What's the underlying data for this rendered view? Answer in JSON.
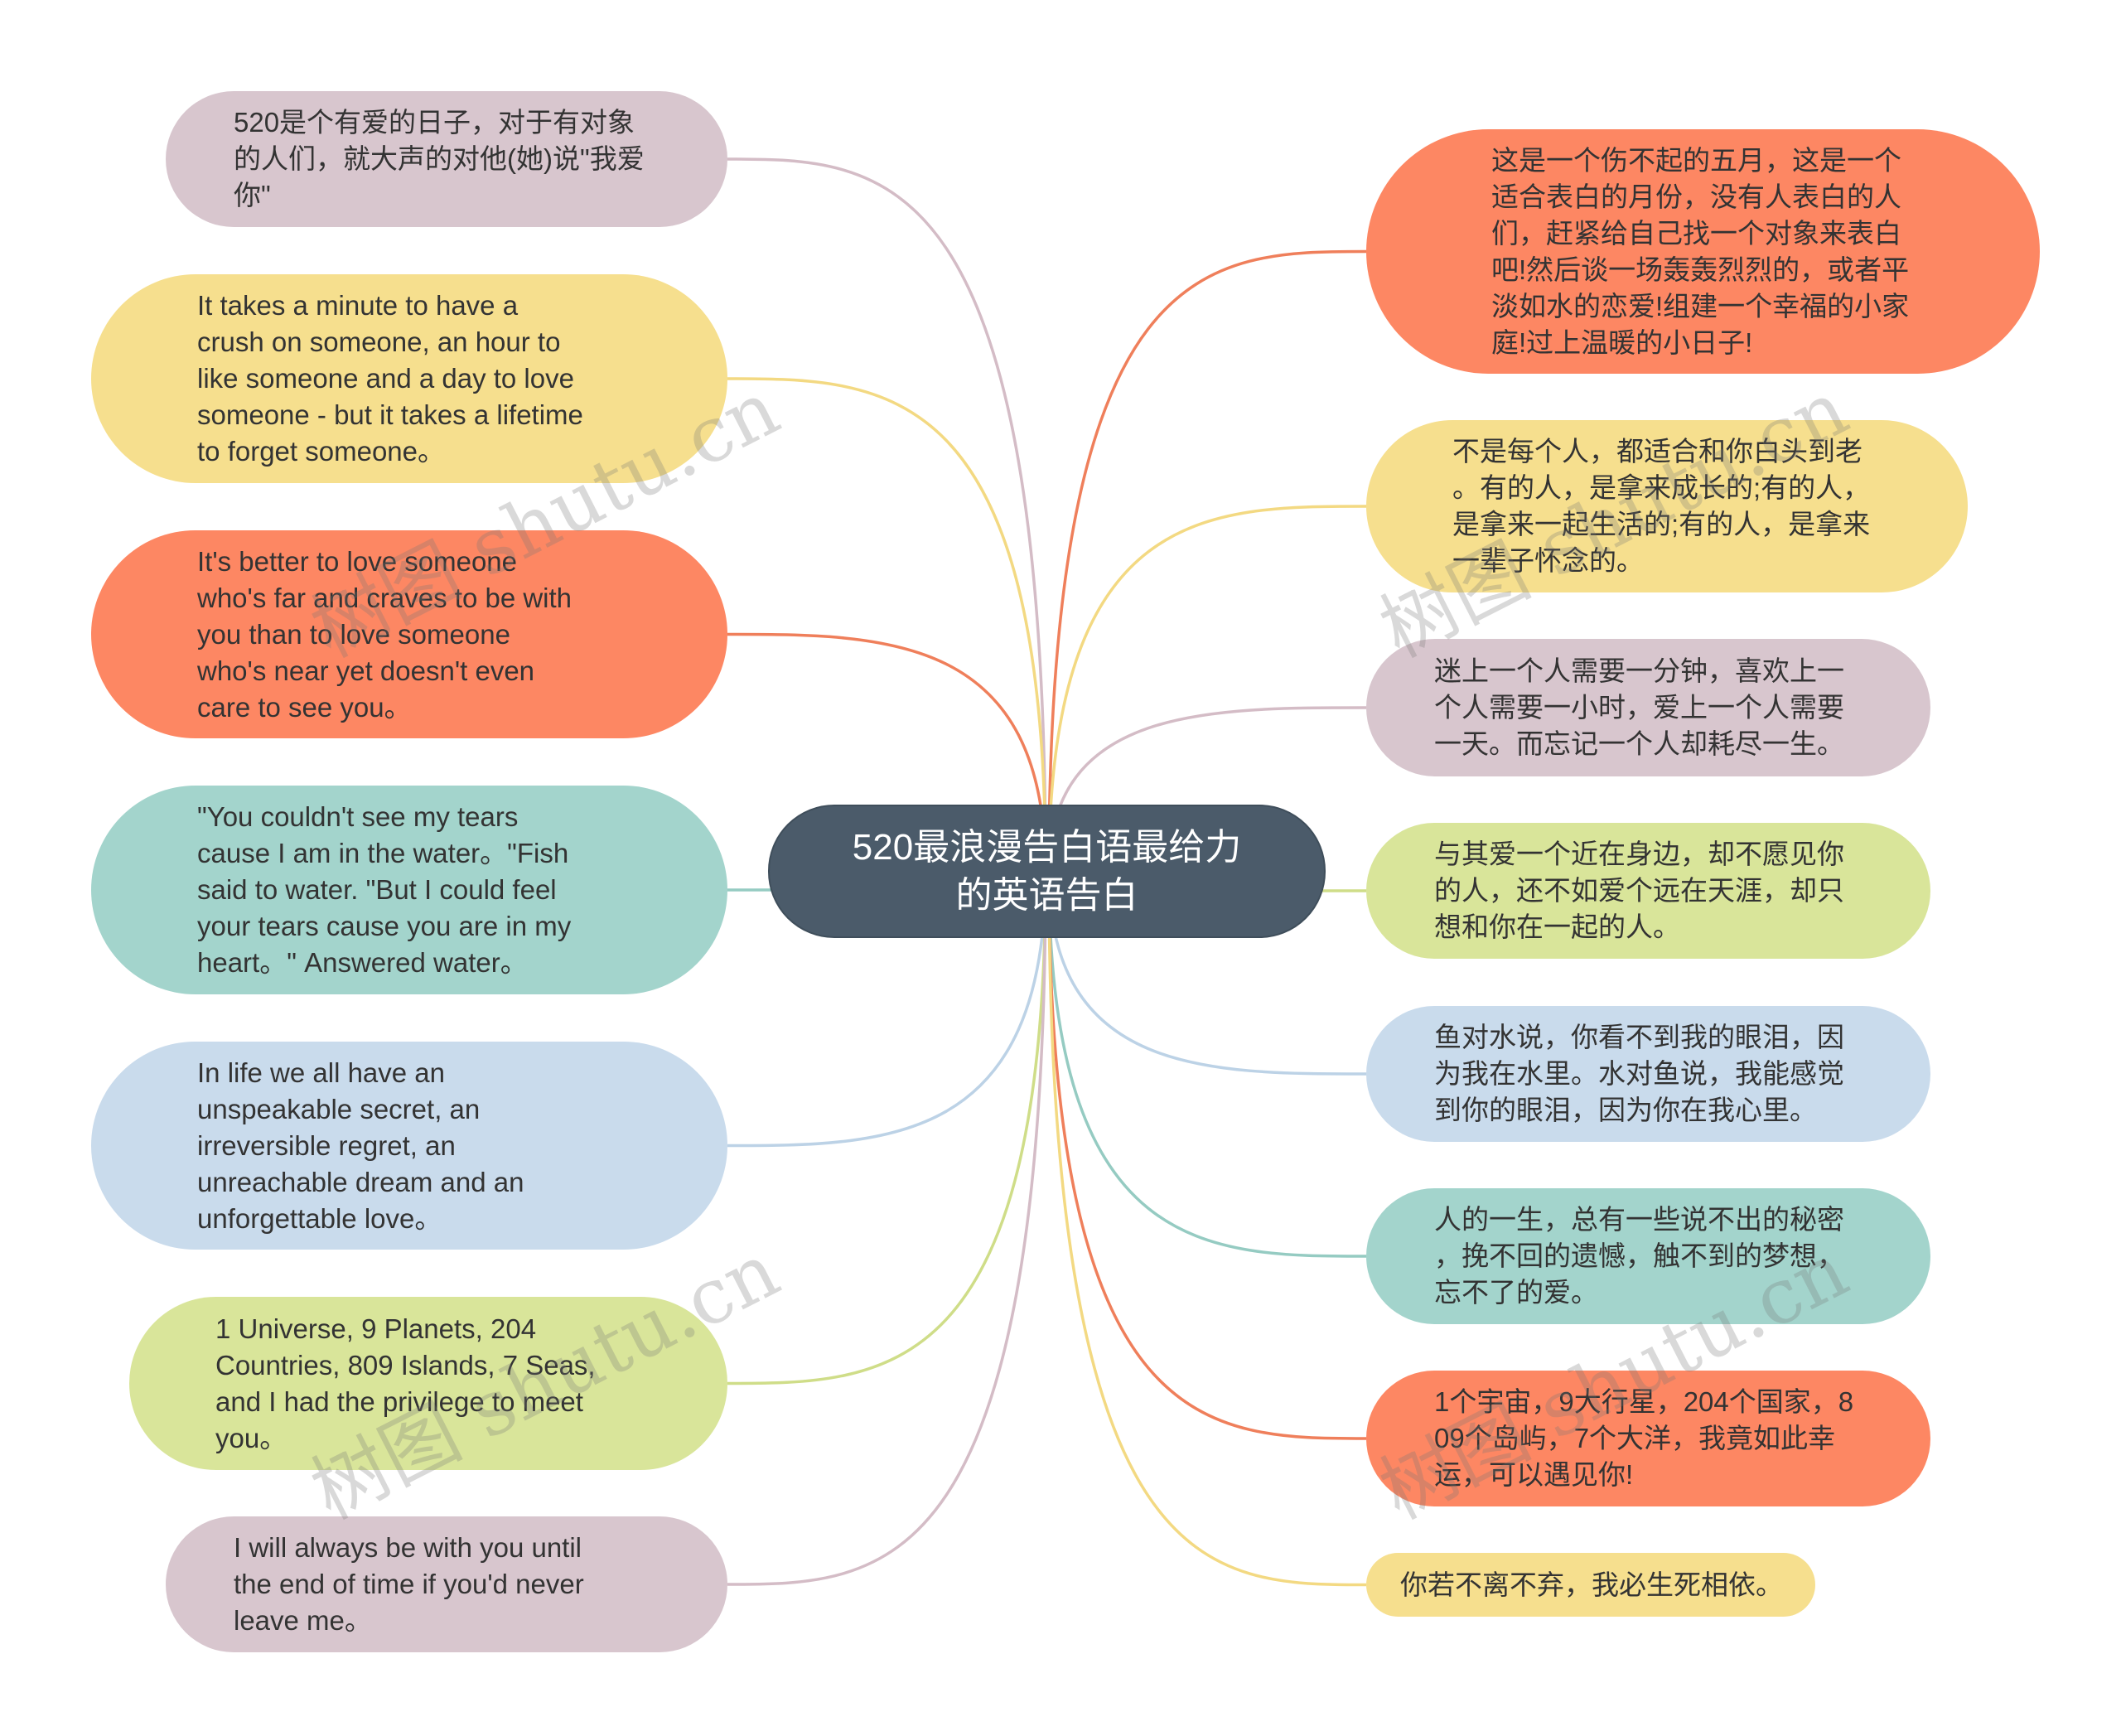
{
  "center": {
    "title": "520最浪漫告白语最给力\n的英语告白",
    "color": "#4b5b6a"
  },
  "colors": {
    "pink": "#d8c6ce",
    "yellow": "#f6df8e",
    "orange": "#fd8763",
    "teal": "#a3d4cc",
    "blue": "#c9dbec",
    "green": "#d9e59a"
  },
  "left_nodes": [
    {
      "text": "520是个有爱的日子，对于有对象\n的人们，就大声的对他(她)说\"我爱\n你\"",
      "color": "pink"
    },
    {
      "text": "It takes a minute to have a\ncrush on someone, an hour to\nlike someone and a day to love\nsomeone - but it takes a lifetime\n to forget someone。",
      "color": "yellow"
    },
    {
      "text": "It's better to love someone\nwho's far and craves to be with\nyou than to love someone\nwho's near yet doesn't even\ncare to see you。",
      "color": "orange"
    },
    {
      "text": "\"You couldn't see my tears\ncause I am in the water。\"Fish\nsaid to water. \"But I could feel\nyour tears cause you are in my\nheart。\" Answered water。",
      "color": "teal"
    },
    {
      "text": "In life we all have an\nunspeakable secret, an\nirreversible regret, an\nunreachable dream and an\nunforgettable love。",
      "color": "blue"
    },
    {
      "text": "1 Universe, 9 Planets, 204\nCountries, 809 Islands, 7 Seas,\nand I had the privilege to meet\nyou。",
      "color": "green"
    },
    {
      "text": "I will always be with you until\nthe end of time if you'd never\nleave me。",
      "color": "pink"
    }
  ],
  "right_nodes": [
    {
      "text": "这是一个伤不起的五月，这是一个\n适合表白的月份，没有人表白的人\n们，赶紧给自己找一个对象来表白\n吧!然后谈一场轰轰烈烈的，或者平\n淡如水的恋爱!组建一个幸福的小家\n庭!过上温暖的小日子!",
      "color": "orange"
    },
    {
      "text": "不是每个人，都适合和你白头到老\n。有的人，是拿来成长的;有的人，\n是拿来一起生活的;有的人，是拿来\n一辈子怀念的。",
      "color": "yellow"
    },
    {
      "text": "迷上一个人需要一分钟，喜欢上一\n个人需要一小时，爱上一个人需要\n一天。而忘记一个人却耗尽一生。",
      "color": "pink"
    },
    {
      "text": "与其爱一个近在身边，却不愿见你\n的人，还不如爱个远在天涯，却只\n想和你在一起的人。",
      "color": "green"
    },
    {
      "text": "鱼对水说，你看不到我的眼泪，因\n为我在水里。水对鱼说，我能感觉\n到你的眼泪，因为你在我心里。",
      "color": "blue"
    },
    {
      "text": "人的一生，总有一些说不出的秘密\n，挽不回的遗憾，触不到的梦想，\n忘不了的爱。",
      "color": "teal"
    },
    {
      "text": "1个宇宙，9大行星，204个国家，8\n09个岛屿，7个大洋，我竟如此幸\n运，可以遇见你!",
      "color": "orange"
    },
    {
      "text": "你若不离不弃，我必生死相依。",
      "color": "yellow"
    }
  ],
  "watermark": "树图 shutu.cn"
}
